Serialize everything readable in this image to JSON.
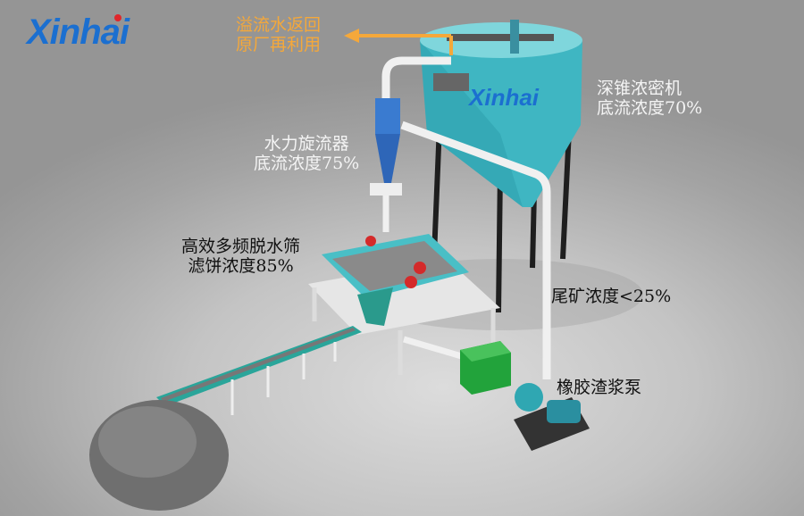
{
  "logo": {
    "text": "Xinhai"
  },
  "labels": {
    "overflow_line1": "溢流水返回",
    "overflow_line2": "原厂再利用",
    "thickener_line1": "深锥浓密机",
    "thickener_line2": "底流浓度70%",
    "cyclone_line1": "水力旋流器",
    "cyclone_line2": "底流浓度75%",
    "screen_line1": "高效多频脱水筛",
    "screen_line2": "滤饼浓度85%",
    "tailings": "尾矿浓度<25%",
    "pump": "橡胶渣浆泵"
  },
  "colors": {
    "brand": "#1b6fd0",
    "equipment": "#3fb9c4",
    "arrow": "#f5a83a"
  }
}
